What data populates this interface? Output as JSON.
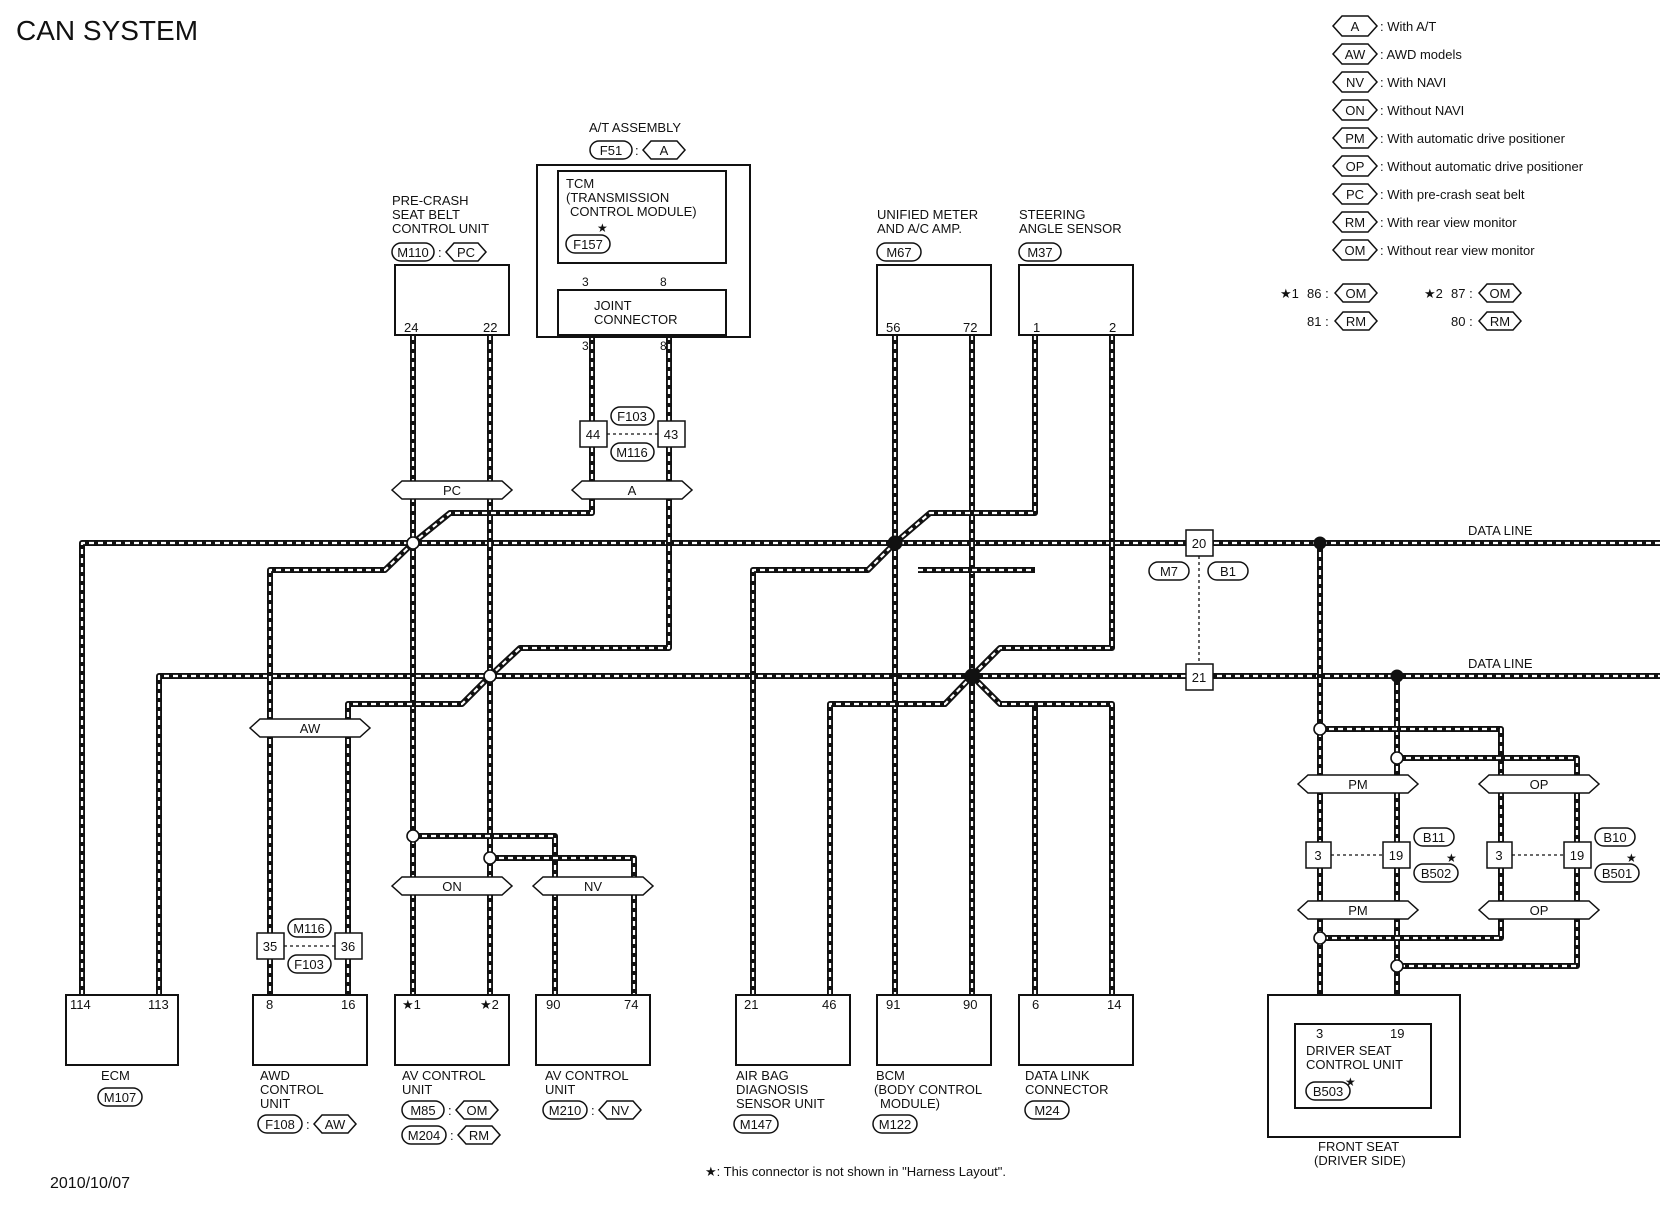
{
  "title": "CAN SYSTEM",
  "date": "2010/10/07",
  "footnote": "★: This connector is not shown in \"Harness Layout\".",
  "legend": [
    {
      "code": "A",
      "text": ": With A/T"
    },
    {
      "code": "AW",
      "text": ": AWD models"
    },
    {
      "code": "NV",
      "text": ": With NAVI"
    },
    {
      "code": "ON",
      "text": ": Without NAVI"
    },
    {
      "code": "PM",
      "text": ": With automatic drive positioner"
    },
    {
      "code": "OP",
      "text": ": Without automatic drive positioner"
    },
    {
      "code": "PC",
      "text": ": With pre-crash seat belt"
    },
    {
      "code": "RM",
      "text": ": With rear view monitor"
    },
    {
      "code": "OM",
      "text": ": Without rear view monitor"
    }
  ],
  "star_notes": {
    "s1_label": "★1",
    "s1_a_pin": "86 :",
    "s1_a_code": "OM",
    "s1_b_pin": "81 :",
    "s1_b_code": "RM",
    "s2_label": "★2",
    "s2_a_pin": "87 :",
    "s2_a_code": "OM",
    "s2_b_pin": "80 :",
    "s2_b_code": "RM"
  },
  "data_line_label": "DATA LINE",
  "star": "★",
  "colon": ":",
  "top_units": {
    "at_assembly": {
      "label": "A/T ASSEMBLY",
      "connector": "F51",
      "option": "A"
    },
    "tcm": {
      "line1": "TCM",
      "line2": "(TRANSMISSION",
      "line3": "CONTROL MODULE)",
      "connector": "F157",
      "pin_a": "3",
      "pin_b": "8"
    },
    "joint": {
      "line1": "JOINT",
      "line2": "CONNECTOR",
      "pin_a": "3",
      "pin_b": "8"
    },
    "precrash": {
      "line1": "PRE-CRASH",
      "line2": "SEAT BELT",
      "line3": "CONTROL UNIT",
      "connector": "M110",
      "option": "PC",
      "pin_a": "24",
      "pin_b": "22"
    },
    "meter": {
      "line1": "UNIFIED METER",
      "line2": "AND A/C AMP.",
      "connector": "M67",
      "pin_a": "56",
      "pin_b": "72"
    },
    "steering": {
      "line1": "STEERING",
      "line2": "ANGLE SENSOR",
      "connector": "M37",
      "pin_a": "1",
      "pin_b": "2"
    }
  },
  "inline_connectors": {
    "f103_m116": {
      "pin_a": "44",
      "pin_b": "43",
      "top": "F103",
      "bottom": "M116"
    },
    "m116_f103": {
      "pin_a": "35",
      "pin_b": "36",
      "top": "M116",
      "bottom": "F103"
    },
    "m7_b1": {
      "pin_top": "20",
      "pin_bottom": "21",
      "left": "M7",
      "right": "B1"
    },
    "b11_b502": {
      "pin_a": "3",
      "pin_b": "19",
      "top": "B11",
      "bottom": "B502"
    },
    "b10_b501": {
      "pin_a": "3",
      "pin_b": "19",
      "top": "B10",
      "bottom": "B501"
    }
  },
  "options": {
    "pc": "PC",
    "a": "A",
    "aw": "AW",
    "on": "ON",
    "nv": "NV",
    "pm_top": "PM",
    "pm_bottom": "PM",
    "op_top": "OP",
    "op_bottom": "OP"
  },
  "bottom_units": {
    "ecm": {
      "line1": "ECM",
      "connector": "M107",
      "pin_a": "114",
      "pin_b": "113"
    },
    "awd": {
      "line1": "AWD",
      "line2": "CONTROL",
      "line3": "UNIT",
      "connector": "F108",
      "option": "AW",
      "pin_a": "8",
      "pin_b": "16"
    },
    "av1": {
      "line1": "AV CONTROL",
      "line2": "UNIT",
      "connector_a": "M85",
      "option_a": "OM",
      "connector_b": "M204",
      "option_b": "RM",
      "pin_a": "★1",
      "pin_b": "★2"
    },
    "av2": {
      "line1": "AV CONTROL",
      "line2": "UNIT",
      "connector": "M210",
      "option": "NV",
      "pin_a": "90",
      "pin_b": "74"
    },
    "airbag": {
      "line1": "AIR BAG",
      "line2": "DIAGNOSIS",
      "line3": "SENSOR UNIT",
      "connector": "M147",
      "pin_a": "21",
      "pin_b": "46"
    },
    "bcm": {
      "line1": "BCM",
      "line2": "(BODY CONTROL",
      "line3": "MODULE)",
      "connector": "M122",
      "pin_a": "91",
      "pin_b": "90"
    },
    "dlc": {
      "line1": "DATA LINK",
      "line2": "CONNECTOR",
      "connector": "M24",
      "pin_a": "6",
      "pin_b": "14"
    },
    "driver_seat": {
      "line1": "DRIVER SEAT",
      "line2": "CONTROL UNIT",
      "connector": "B503",
      "pin_a": "3",
      "pin_b": "19",
      "outer1": "FRONT SEAT",
      "outer2": "(DRIVER SIDE)"
    }
  }
}
